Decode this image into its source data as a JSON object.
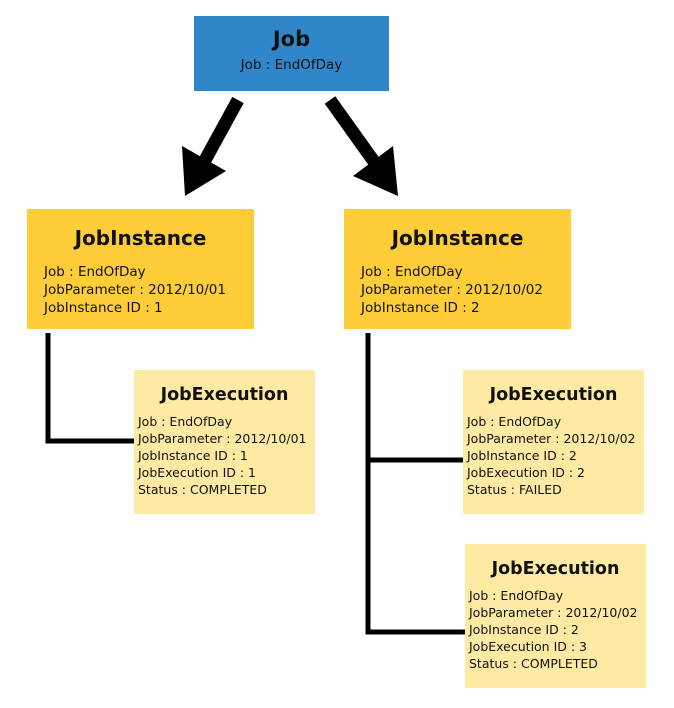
{
  "job": {
    "title": "Job",
    "line": "Job : EndOfDay",
    "color": "#2f86c9"
  },
  "instances": [
    {
      "title": "JobInstance",
      "lines": [
        "Job : EndOfDay",
        "JobParameter : 2012/10/01",
        "JobInstance ID : 1"
      ]
    },
    {
      "title": "JobInstance",
      "lines": [
        "Job : EndOfDay",
        "JobParameter : 2012/10/02",
        "JobInstance ID : 2"
      ]
    }
  ],
  "executions": [
    {
      "title": "JobExecution",
      "lines": [
        "Job : EndOfDay",
        "JobParameter : 2012/10/01",
        "JobInstance ID : 1",
        "JobExecution ID : 1",
        "Status : COMPLETED"
      ]
    },
    {
      "title": "JobExecution",
      "lines": [
        "Job : EndOfDay",
        "JobParameter : 2012/10/02",
        "JobInstance ID : 2",
        "JobExecution ID : 2",
        "Status : FAILED"
      ]
    },
    {
      "title": "JobExecution",
      "lines": [
        "Job : EndOfDay",
        "JobParameter : 2012/10/02",
        "JobInstance ID : 2",
        "JobExecution ID : 3",
        "Status : COMPLETED"
      ]
    }
  ],
  "colors": {
    "job_box": "#2f86c9",
    "instance_box": "#fecd37",
    "execution_box": "#feeaa2",
    "connector": "#000000"
  }
}
